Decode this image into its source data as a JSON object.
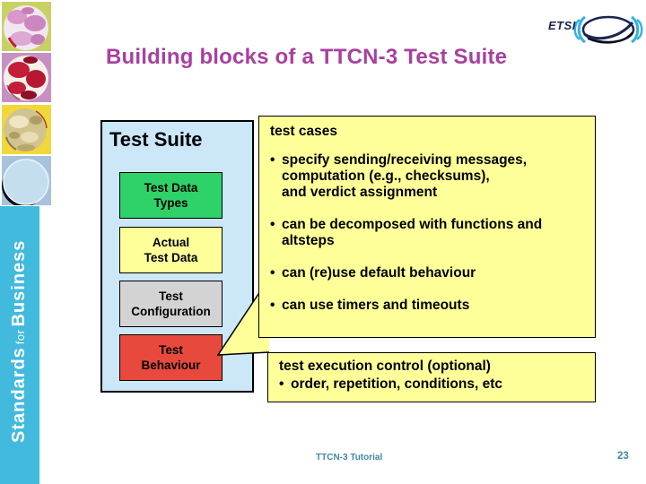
{
  "slide": {
    "title": "Building blocks of a TTCN-3 Test Suite"
  },
  "logo": {
    "text": "ETSI"
  },
  "sidebar": {
    "tagline_words": [
      "Standards",
      "for",
      "Business"
    ]
  },
  "diagram": {
    "container_title": "Test Suite",
    "blocks": [
      {
        "lines": [
          "Test Data",
          "Types"
        ],
        "color": "#2FD169"
      },
      {
        "lines": [
          "Actual",
          "Test Data"
        ],
        "color": "#FFFF99"
      },
      {
        "lines": [
          "Test",
          "Configuration"
        ],
        "color": "#D3D3D3"
      },
      {
        "lines": [
          "Test",
          "Behaviour"
        ],
        "color": "#E8493D"
      }
    ]
  },
  "callouts": {
    "test_cases": {
      "heading": "test cases",
      "bullets": [
        {
          "lines": [
            "specify sending/receiving messages,",
            "computation (e.g., checksums),",
            "and verdict assignment"
          ]
        },
        {
          "lines": [
            "can be decomposed with functions and",
            "altsteps"
          ]
        },
        {
          "lines": [
            "can (re)use default behaviour"
          ]
        },
        {
          "lines": [
            "can use timers and timeouts"
          ]
        }
      ]
    },
    "execution_control": {
      "heading": "test execution control (optional)",
      "bullets": [
        {
          "lines": [
            "order, repetition, conditions, etc"
          ]
        }
      ]
    }
  },
  "footer": {
    "doc_title": "TTCN-3 Tutorial",
    "page_number": "23"
  },
  "colors": {
    "title": "#A8409F",
    "sidebar_cyan": "#42BADE",
    "container_blue": "#CBE7F8",
    "callout_yellow": "#FFFF99",
    "block_green": "#2FD169",
    "block_yellow": "#FFFF99",
    "block_gray": "#D3D3D3",
    "block_red": "#E8493D",
    "footer_teal": "#3E89A0",
    "logo_navy": "#1A2550",
    "logo_cyan": "#35B2E3",
    "sq1_bg": "#C8D163",
    "sq2_bg": "#C690C2",
    "sq3_bg": "#F2D73B",
    "sq4_bg": "#A7C2DB"
  }
}
